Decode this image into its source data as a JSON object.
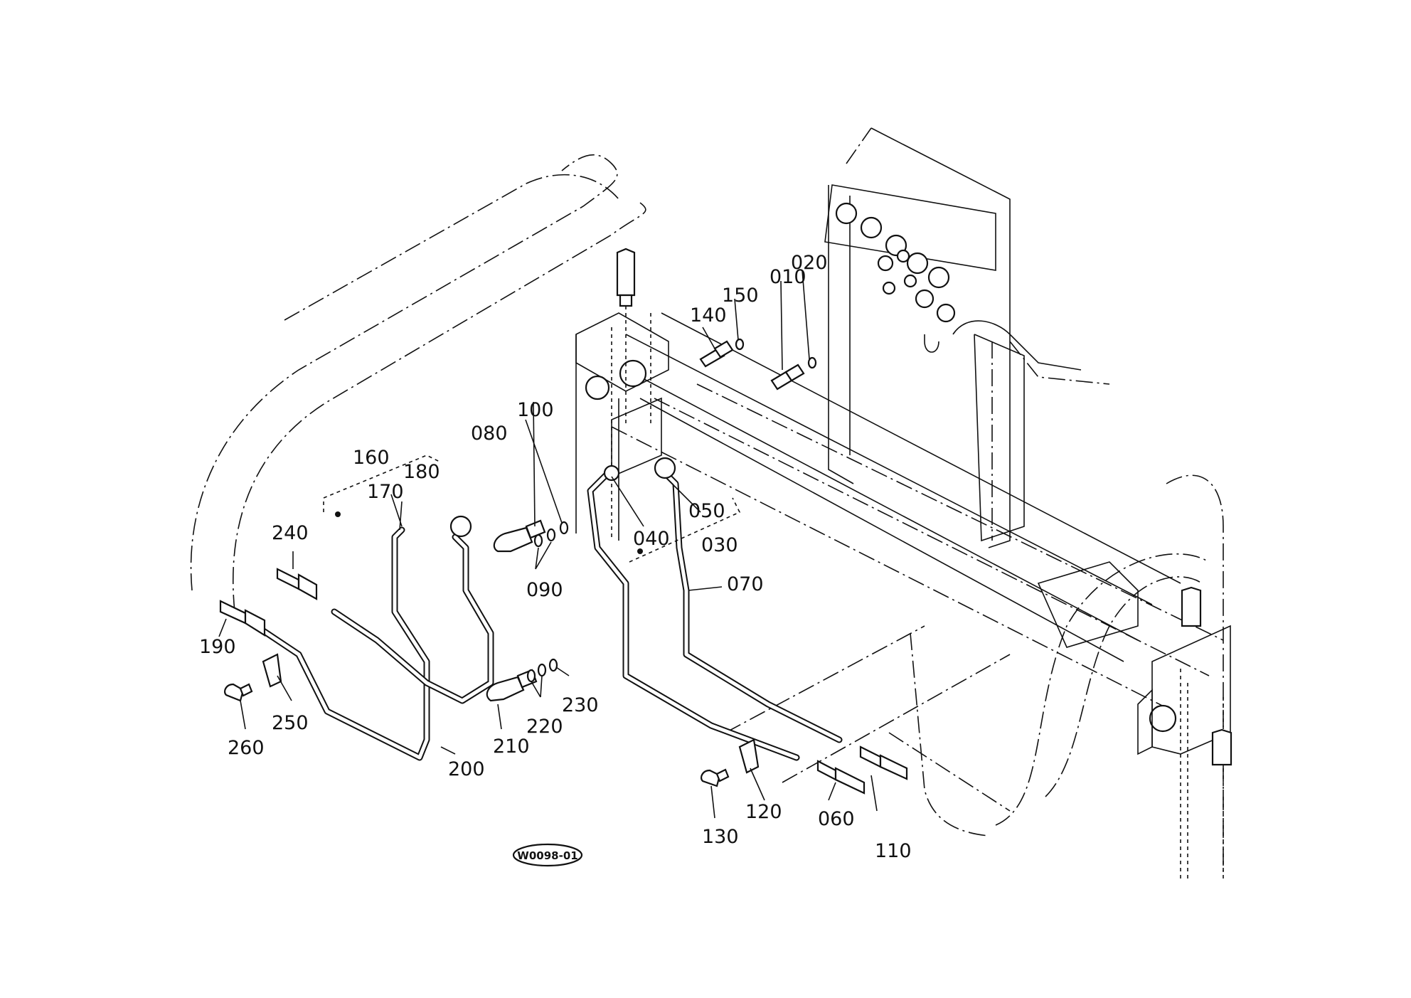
{
  "diagram": {
    "labels": {
      "p010": "010",
      "p020": "020",
      "p030": "030",
      "p040": "040",
      "p050": "050",
      "p060": "060",
      "p070": "070",
      "p080": "080",
      "p090": "090",
      "p100": "100",
      "p110": "110",
      "p120": "120",
      "p130": "130",
      "p140": "140",
      "p150": "150",
      "p160": "160",
      "p170": "170",
      "p180": "180",
      "p190": "190",
      "p200": "200",
      "p210": "210",
      "p220": "220",
      "p230": "230",
      "p240": "240",
      "p250": "250",
      "p260": "260"
    },
    "stamp": "W0098-01"
  }
}
